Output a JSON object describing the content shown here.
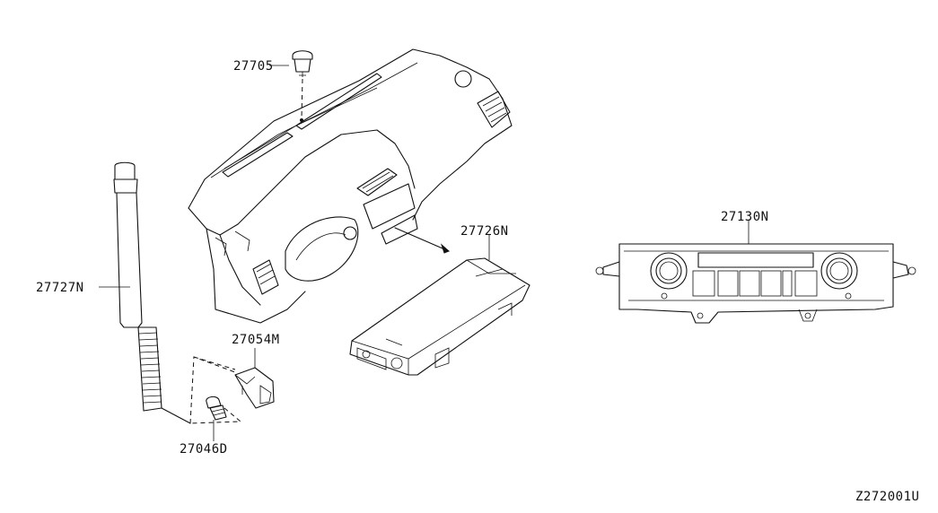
{
  "diagram_id": "Z272001U",
  "parts": {
    "p1": "27705",
    "p2": "27727N",
    "p3": "27726N",
    "p4": "27130N",
    "p5": "27054M",
    "p6": "27046D"
  }
}
